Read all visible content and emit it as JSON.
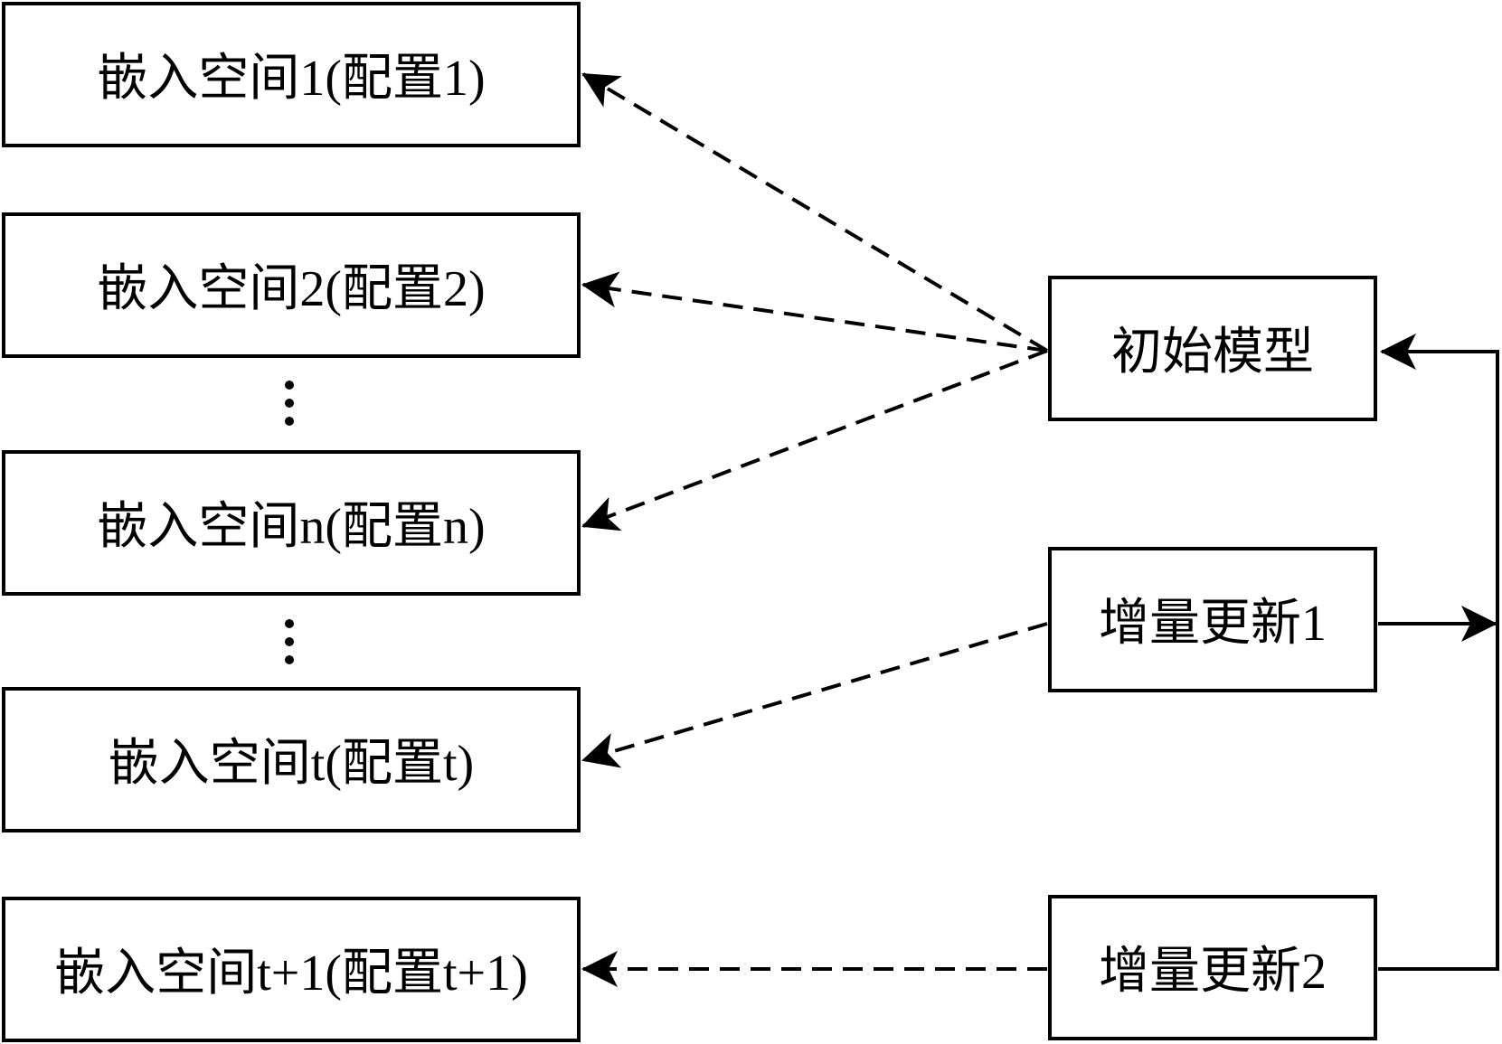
{
  "left_boxes": [
    {
      "id": "space-1",
      "label": "嵌入空间1(配置1)"
    },
    {
      "id": "space-2",
      "label": "嵌入空间2(配置2)"
    },
    {
      "id": "space-n",
      "label": "嵌入空间n(配置n)"
    },
    {
      "id": "space-t",
      "label": "嵌入空间t(配置t)"
    },
    {
      "id": "space-t-plus-1",
      "label": "嵌入空间t+1(配置t+1)"
    }
  ],
  "right_boxes": [
    {
      "id": "initial-model",
      "label": "初始模型"
    },
    {
      "id": "increment-1",
      "label": "增量更新1"
    },
    {
      "id": "increment-2",
      "label": "增量更新2"
    }
  ],
  "edges": [
    {
      "from": "initial-model",
      "to": "space-1",
      "style": "dashed"
    },
    {
      "from": "initial-model",
      "to": "space-2",
      "style": "dashed"
    },
    {
      "from": "initial-model",
      "to": "space-n",
      "style": "dashed"
    },
    {
      "from": "increment-1",
      "to": "space-t",
      "style": "dashed"
    },
    {
      "from": "increment-2",
      "to": "space-t-plus-1",
      "style": "dashed"
    },
    {
      "from": "increment-2",
      "to": "initial-model",
      "style": "solid"
    },
    {
      "from": "increment-1",
      "to": "initial-model",
      "style": "solid"
    }
  ],
  "ellipsis_count": 2
}
